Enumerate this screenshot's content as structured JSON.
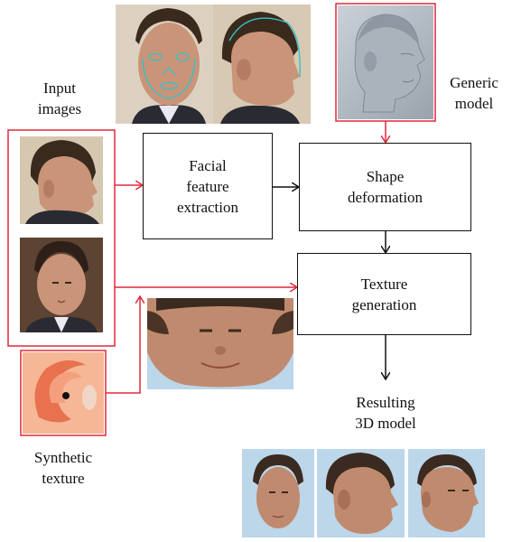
{
  "labels": {
    "input_images": "Input\nimages",
    "generic_model": "Generic\nmodel",
    "synthetic_texture": "Synthetic\ntexture",
    "resulting_model": "Resulting\n3D model"
  },
  "boxes": {
    "feature_extraction": "Facial\nfeature\nextraction",
    "shape_deformation": "Shape\ndeformation",
    "texture_generation": "Texture\ngeneration"
  },
  "colors": {
    "red": "#e0283a",
    "black": "#111111",
    "face_sky": "#bcd6ea",
    "skin": "#c98f74",
    "hair": "#3b2a20",
    "model_gray": "#9aa3ad"
  },
  "images": {
    "feature_points_photo": "face-with-feature-points",
    "generic_model": "gray-3d-head",
    "profile_photo": "profile-face-photo",
    "frontal_photo": "frontal-face-photo",
    "texture_map": "unwrapped-face-texture",
    "synthetic_texture": "synthetic-ear-texture",
    "result_views": [
      "result-front-view",
      "result-side-view",
      "result-three-quarter-view"
    ]
  }
}
